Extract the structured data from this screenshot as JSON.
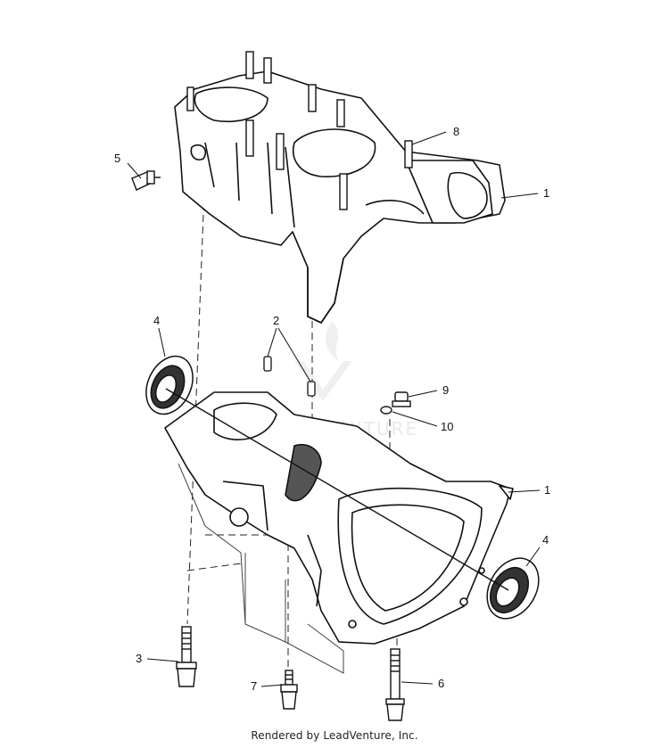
{
  "diagram": {
    "callouts": {
      "c1_upper": "1",
      "c1_lower": "1",
      "c2": "2",
      "c3": "3",
      "c4_left": "4",
      "c4_right": "4",
      "c5": "5",
      "c6": "6",
      "c7": "7",
      "c8": "8",
      "c9": "9",
      "c10": "10"
    },
    "watermark": "LEADVENTURE"
  },
  "footer": {
    "text": "Rendered by LeadVenture, Inc."
  }
}
